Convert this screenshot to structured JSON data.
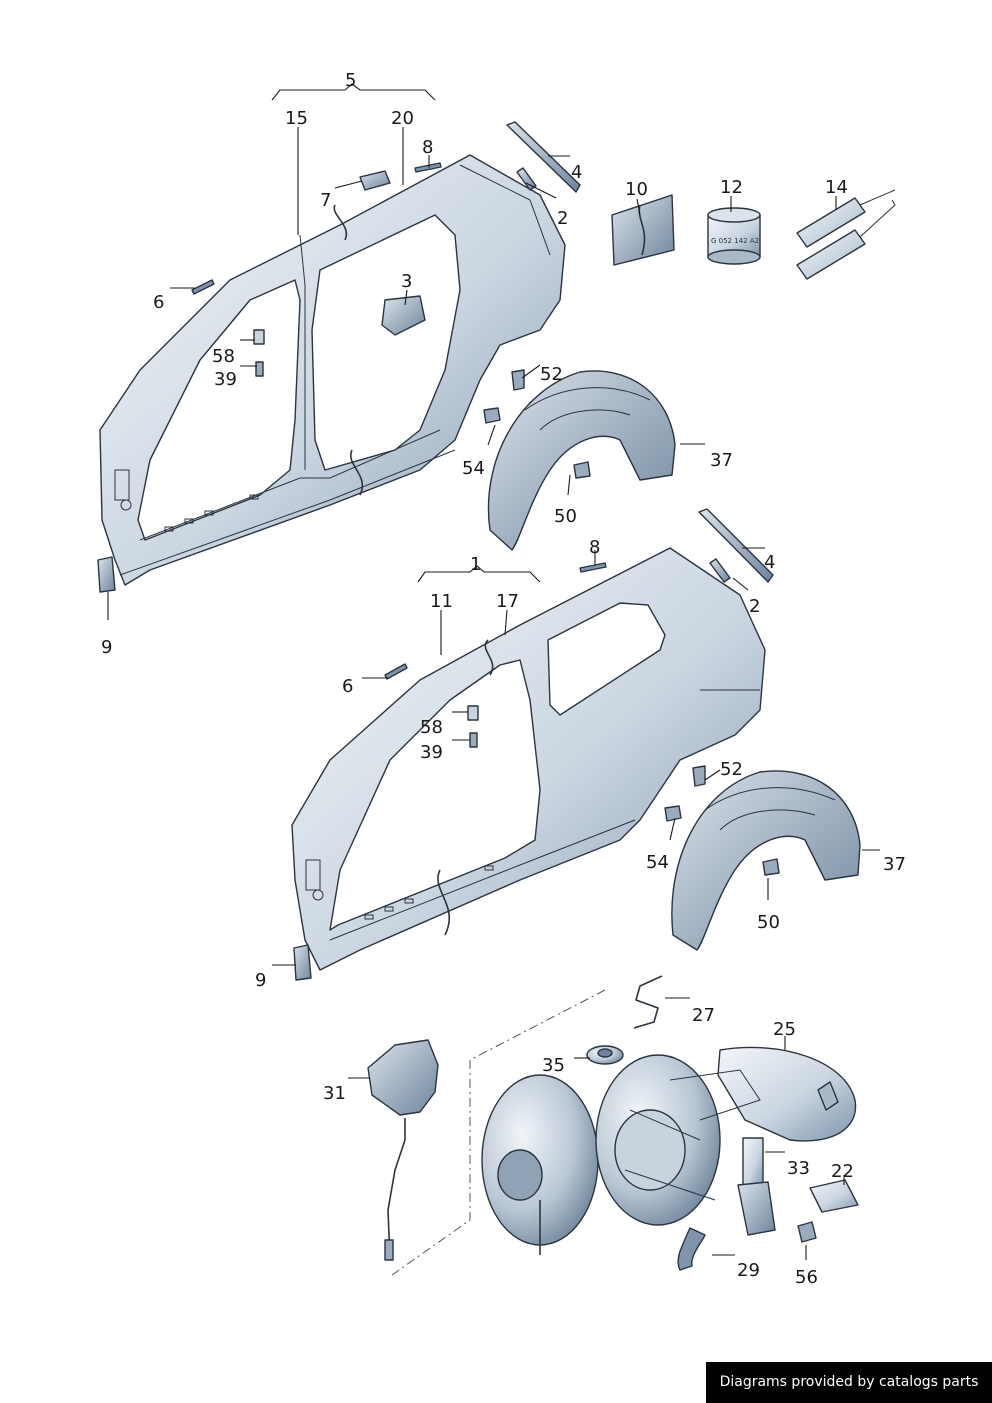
{
  "labels": {
    "p5": "5",
    "p15": "15",
    "p20": "20",
    "p8a": "8",
    "p7": "7",
    "p4a": "4",
    "p2a": "2",
    "p10": "10",
    "p12": "12",
    "p14": "14",
    "p6a": "6",
    "p3": "3",
    "p58a": "58",
    "p39a": "39",
    "p52a": "52",
    "p37a": "37",
    "p54a": "54",
    "p50a": "50",
    "p9a": "9",
    "p1": "1",
    "p8b": "8",
    "p4b": "4",
    "p2b": "2",
    "p11": "11",
    "p17": "17",
    "p6b": "6",
    "p58b": "58",
    "p39b": "39",
    "p52b": "52",
    "p37b": "37",
    "p54b": "54",
    "p50b": "50",
    "p9b": "9",
    "p27": "27",
    "p25": "25",
    "p35": "35",
    "p31": "31",
    "p33": "33",
    "p22": "22",
    "p29": "29",
    "p56": "56"
  },
  "tube_code": "G 052 142 A2",
  "credit": "Diagrams provided by catalogs parts",
  "colors": {
    "panel_light": "#e8eef4",
    "panel_dark": "#7f95ad",
    "line": "#2b3440",
    "background": "#ffffff"
  }
}
